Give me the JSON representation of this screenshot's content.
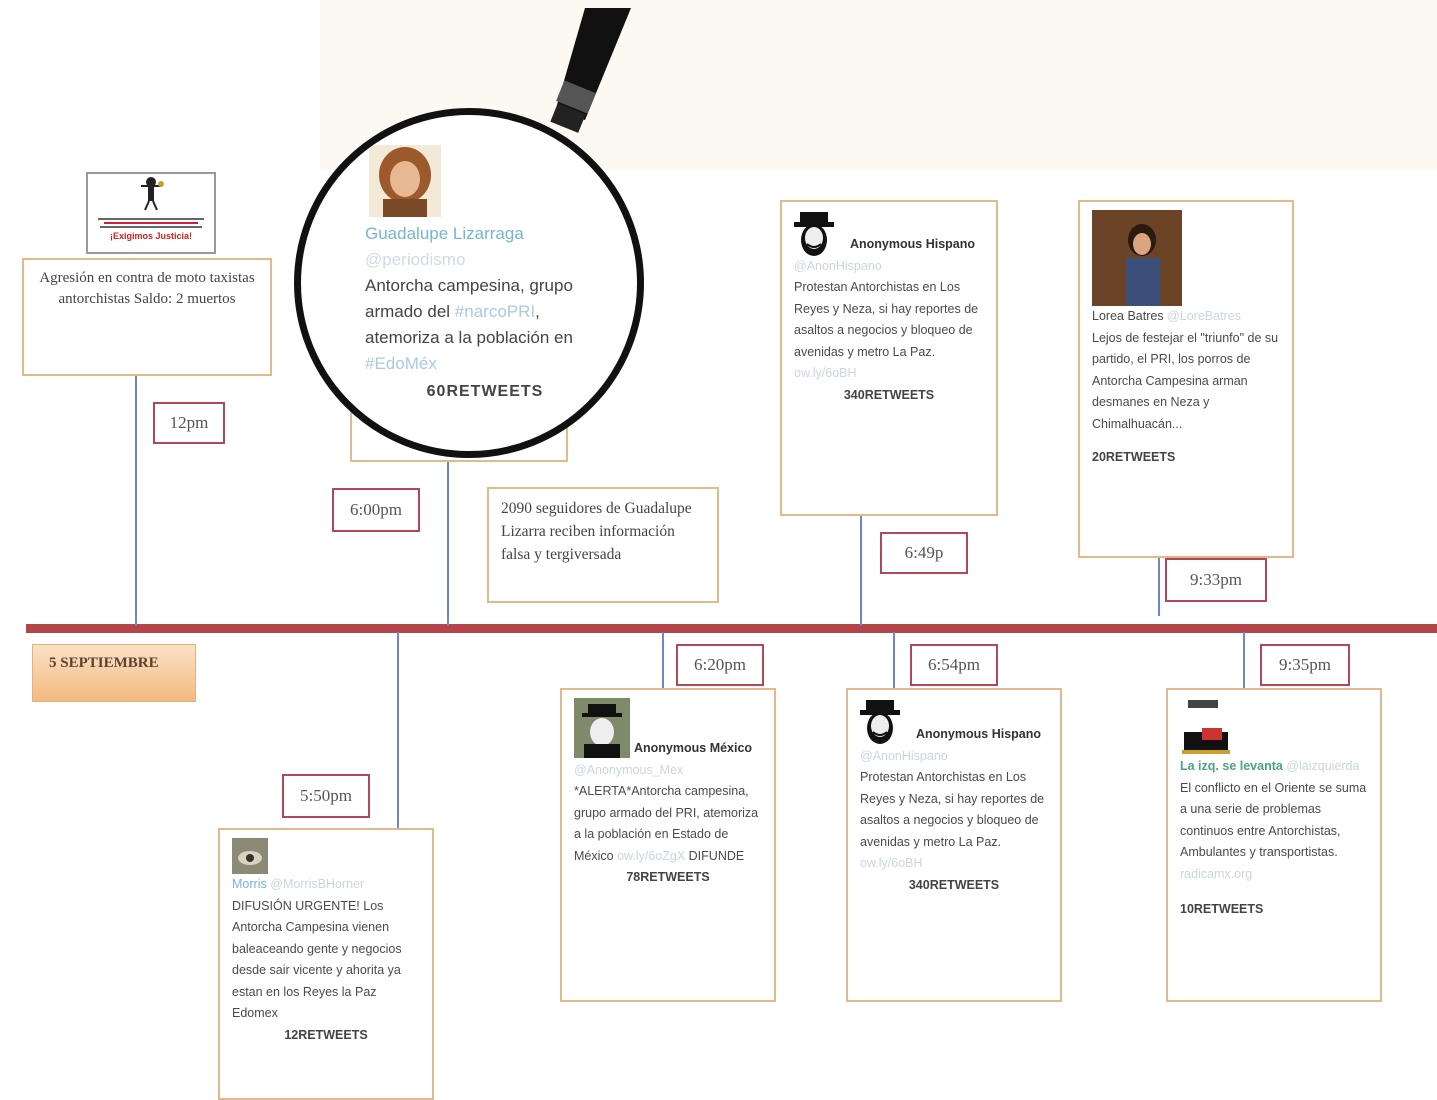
{
  "timeline": {
    "date_label": "5 SEPTIEMBRE",
    "colors": {
      "axis": "#b4444a",
      "connector": "#6f86c4",
      "card_border": "#e2b98a",
      "time_border": "#b0485c",
      "date_fill": "#f5c596"
    }
  },
  "events": {
    "e12": {
      "time": "12pm",
      "poster": {
        "line1": "¡Exigimos Justicia!"
      },
      "text": "Agresión en contra de moto taxistas antorchistas Saldo: 2 muertos"
    },
    "e550": {
      "time": "5:50pm",
      "user": "Morris",
      "handle": "@MorrisBHorner",
      "text": "DIFUSIÓN URGENTE! Los Antorcha Campesina vienen baleaceando gente y negocios desde sair vicente y ahorita ya estan en los Reyes la Paz Edomex",
      "retweets": "12RETWEETS"
    },
    "e600": {
      "time": "6:00pm",
      "user": "Guadalupe Lizarraga",
      "handle": "@periodismo",
      "text_a": "Antorcha campesina, grupo armado del",
      "link_a": "#narcoPRI",
      "text_b": ", atemoriza a la población en",
      "link_b": "#EdoMéx",
      "retweets": "60RETWEETS",
      "note": "2090 seguidores de Guadalupe Lizarra reciben información falsa y tergiversada"
    },
    "e620": {
      "time": "6:20pm",
      "user": "Anonymous México",
      "handle": "@Anonymous_Mex",
      "text": "*ALERTA*Antorcha campesina, grupo armado del PRI, atemoriza a la población en Estado de México",
      "link": "ow.ly/6oZgX",
      "text_end": "DIFUNDE",
      "retweets": "78RETWEETS"
    },
    "e649": {
      "time": "6:49p",
      "user": "Anonymous Hispano",
      "handle": "@AnonHispano",
      "text": "Protestan Antorchistas en Los Reyes y Neza, si hay reportes de asaltos a negocios y bloqueo de avenidas y metro La Paz.",
      "link": "ow.ly/6oBH",
      "retweets": "340RETWEETS"
    },
    "e654": {
      "time": "6:54pm",
      "user": "Anonymous Hispano",
      "handle": "@AnonHispano",
      "text": "Protestan Antorchistas en Los Reyes y Neza, si hay reportes de asaltos a negocios y bloqueo de avenidas y metro La Paz.",
      "link": "ow.ly/6oBH",
      "retweets": "340RETWEETS"
    },
    "e933": {
      "time": "9:33pm",
      "user": "Lorea Batres",
      "handle": "@LoreBatres",
      "text": "Lejos de festejar el \"triunfo\" de su partido, el PRI, los porros de Antorcha Campesina arman desmanes en Neza y Chimalhuacán...",
      "retweets": "20RETWEETS"
    },
    "e935": {
      "time": "9:35pm",
      "user": "La izq. se levanta",
      "handle": "@laizquierda",
      "text": "El conflicto en el Oriente se suma a una serie de problemas continuos entre Antorchistas, Ambulantes y transportistas.",
      "link": "radicamx.org",
      "retweets": "10RETWEETS"
    }
  }
}
